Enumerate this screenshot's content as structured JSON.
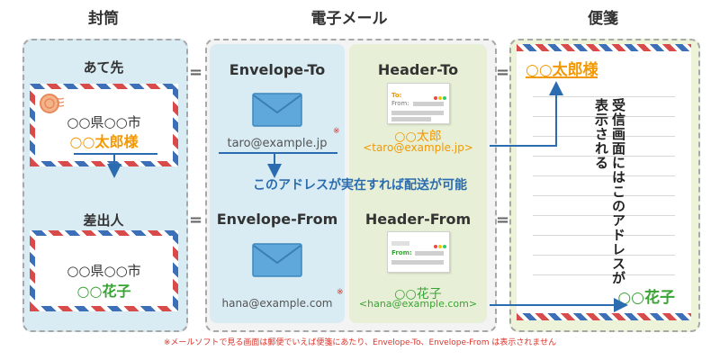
{
  "columns": {
    "envelope": "封筒",
    "email": "電子メール",
    "letter": "便箋"
  },
  "envelope": {
    "to_label": "あて先",
    "to_line1": "○○県○○市",
    "to_name": "○○太郎様",
    "from_label": "差出人",
    "from_line1": "○○県○○市",
    "from_name": "○○花子"
  },
  "email": {
    "env_to_title": "Envelope-To",
    "env_to_addr": "taro@example.jp",
    "env_from_title": "Envelope-From",
    "env_from_addr": "hana@example.com",
    "hdr_to_title": "Header-To",
    "hdr_to_name": "○○太郎",
    "hdr_to_addr": "<taro@example.jp>",
    "hdr_from_title": "Header-From",
    "hdr_from_name": "○○花子",
    "hdr_from_addr": "<hana@example.com>",
    "mini_to_label": "To:",
    "mini_from_label": "From:",
    "asterisk": "※"
  },
  "callout": "このアドレスが実在すれば配送が可能",
  "equals": "=",
  "letter": {
    "to_name": "○○太郎様",
    "from_name": "○○花子",
    "vertical_text": "受信画面にはこのアドレスが表示される"
  },
  "footnote": "※メールソフトで見る画面は郵便でいえば便箋にあたり、Envelope-To、Envelope-From は表示されません",
  "colors": {
    "orange": "#f39800",
    "green": "#3aa335",
    "blue": "#2b6cb0",
    "red": "#d9342b"
  }
}
